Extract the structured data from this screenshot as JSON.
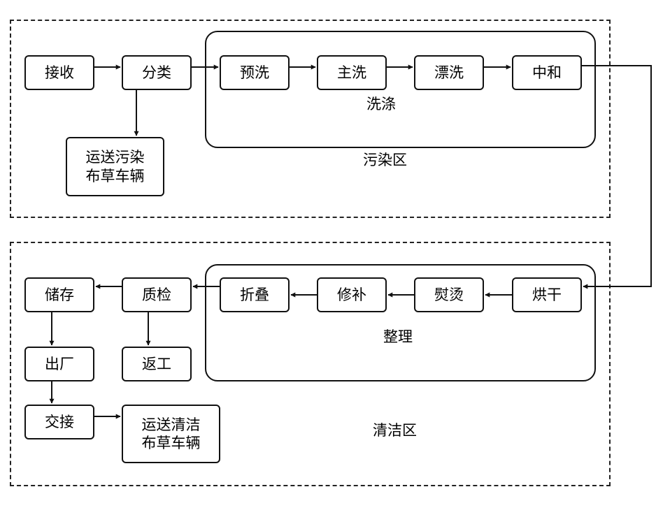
{
  "zones": {
    "contaminated": "污染区",
    "clean": "清洁区"
  },
  "groups": {
    "washing": "洗涤",
    "finishing": "整理"
  },
  "nodes": {
    "receive": "接收",
    "sort": "分类",
    "prewash": "预洗",
    "mainwash": "主洗",
    "rinse": "漂洗",
    "neutralize": "中和",
    "dry": "烘干",
    "iron": "熨烫",
    "repair": "修补",
    "fold": "折叠",
    "inspect": "质检",
    "store": "储存",
    "rework": "返工",
    "leave": "出厂",
    "handover": "交接",
    "dirty_vehicle_line1": "运送污染",
    "dirty_vehicle_line2": "布草车辆",
    "clean_vehicle_line1": "运送清洁",
    "clean_vehicle_line2": "布草车辆"
  }
}
